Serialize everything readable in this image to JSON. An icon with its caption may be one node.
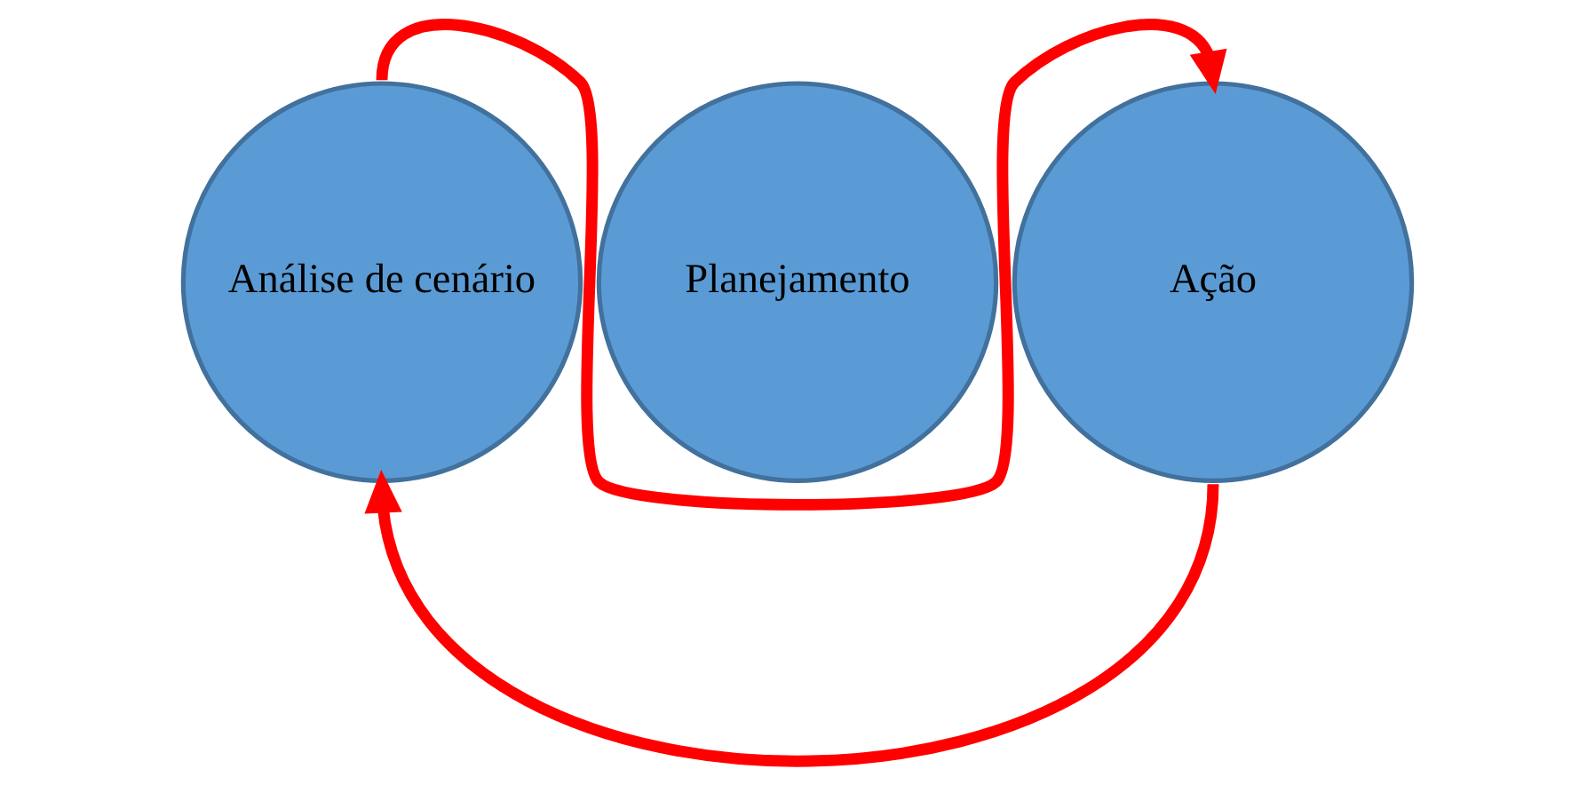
{
  "diagram": {
    "nodes": [
      {
        "text": [
          "Análise de cenário"
        ]
      },
      {
        "text": [
          "Planejamento"
        ]
      },
      {
        "text": [
          "Ação"
        ]
      }
    ],
    "edges": [
      {
        "from": 0,
        "to": 2,
        "arrow": "to",
        "color": "#ff0000"
      },
      {
        "from": 2,
        "to": 0,
        "arrow": "to",
        "color": "#ff0000"
      }
    ]
  }
}
